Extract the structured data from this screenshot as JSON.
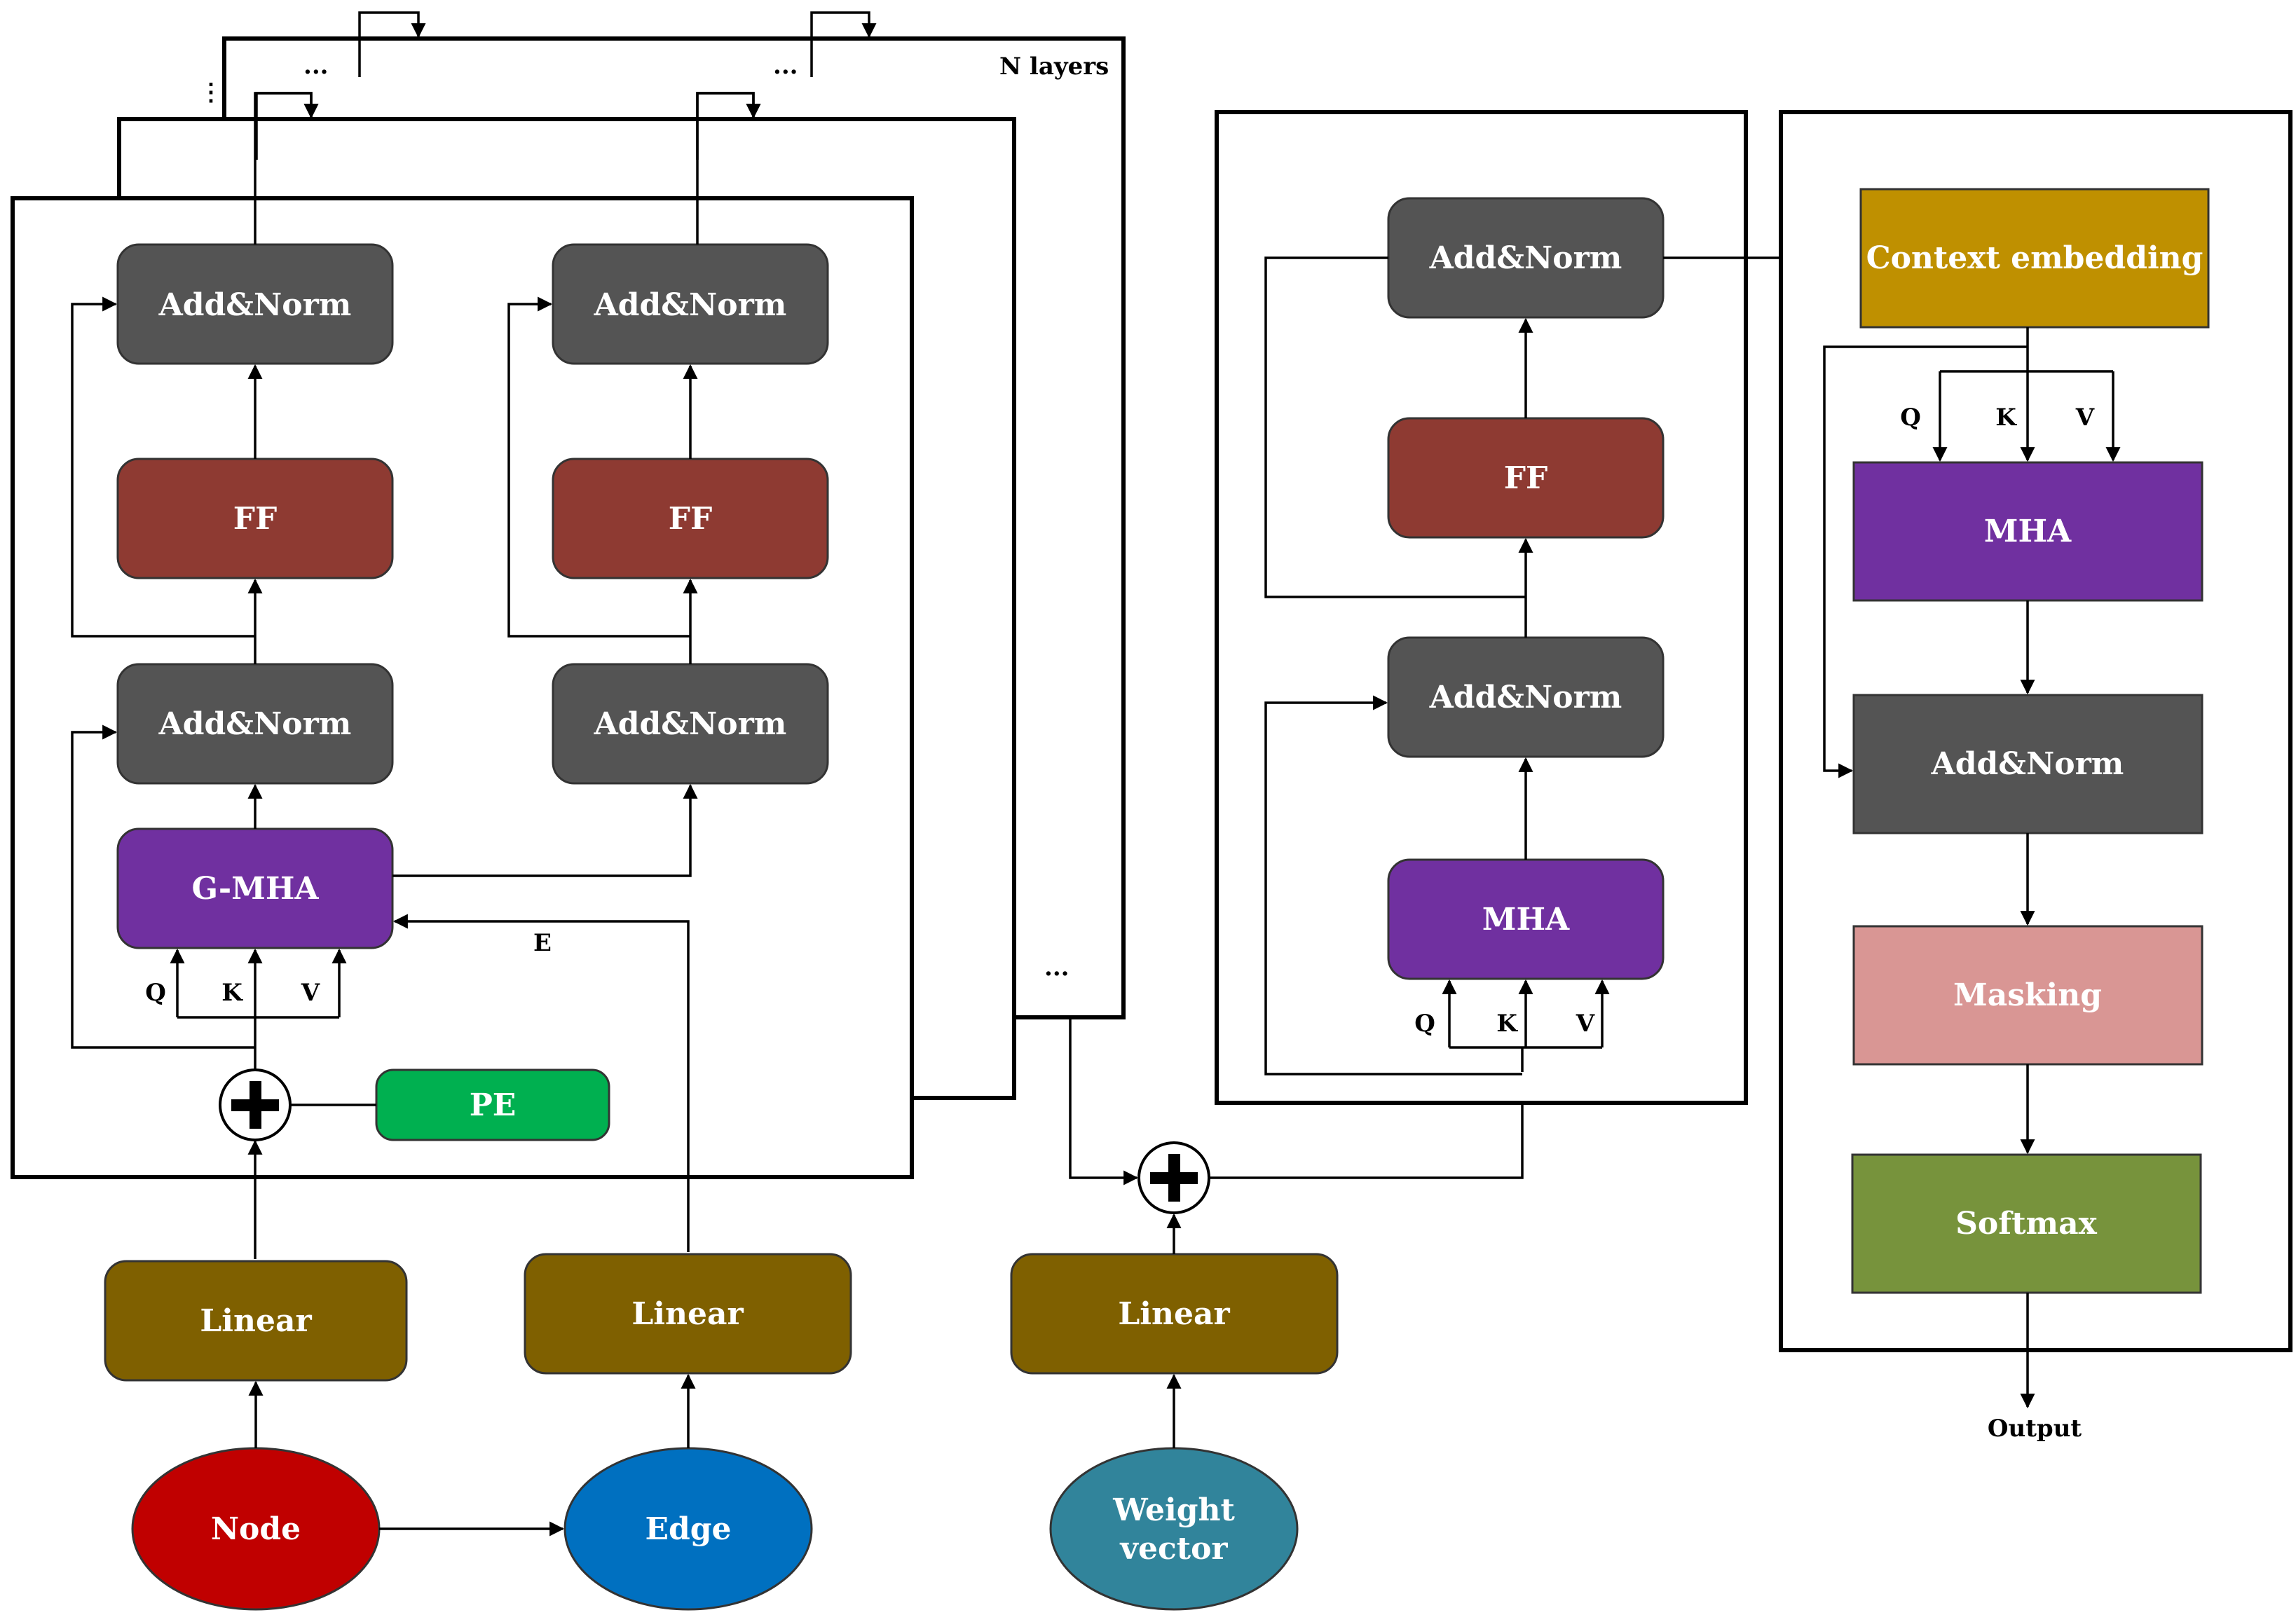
{
  "diagram": {
    "encoder": {
      "n_layers_label": "N layers",
      "ellipsis": "...",
      "vertical_ellipsis": "⋮",
      "node_branch": {
        "add_norm_top": "Add&Norm",
        "ff": "FF",
        "add_norm_bottom": "Add&Norm",
        "gmha": "G-MHA",
        "q": "Q",
        "k": "K",
        "v": "V",
        "pe": "PE"
      },
      "edge_branch": {
        "add_norm_top": "Add&Norm",
        "ff": "FF",
        "add_norm_bottom": "Add&Norm"
      },
      "e_label": "E"
    },
    "inputs": {
      "linear_node": "Linear",
      "linear_edge": "Linear",
      "linear_weight": "Linear",
      "node": "Node",
      "edge": "Edge",
      "weight_vector_line1": "Weight",
      "weight_vector_line2": "vector"
    },
    "middle_block": {
      "add_norm_top": "Add&Norm",
      "ff": "FF",
      "add_norm_bottom": "Add&Norm",
      "mha": "MHA",
      "q": "Q",
      "k": "K",
      "v": "V"
    },
    "decoder": {
      "context_embedding": "Context embedding",
      "q": "Q",
      "k": "K",
      "v": "V",
      "mha": "MHA",
      "add_norm": "Add&Norm",
      "masking": "Masking",
      "softmax": "Softmax",
      "output": "Output"
    }
  },
  "colors": {
    "add_norm": "#545454",
    "ff": "#8E3A32",
    "mha": "#7030A0",
    "pe": "#00B050",
    "linear": "#7F6000",
    "node": "#C00000",
    "edge": "#0070C0",
    "weight_vector": "#31849B",
    "context_embedding": "#BF9000",
    "masking": "#D99694",
    "softmax": "#77933C"
  }
}
